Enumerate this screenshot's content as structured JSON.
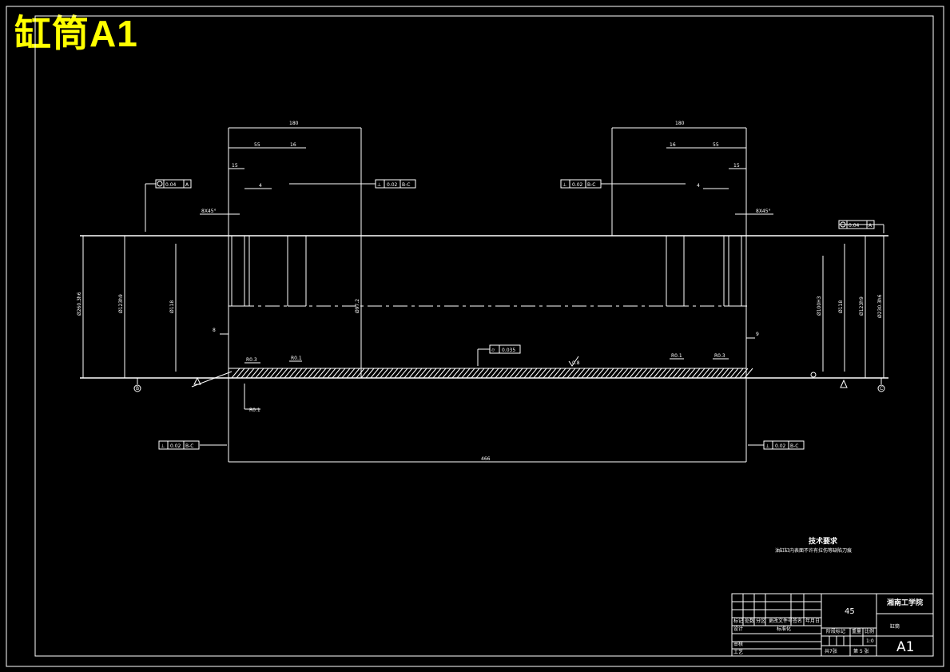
{
  "banner": {
    "title": "缸筒A1"
  },
  "dimensions": {
    "left_total": "180",
    "right_total": "180",
    "left_55": "55",
    "right_55": "55",
    "left_16": "16",
    "right_16": "16",
    "left_15": "15",
    "right_15": "15",
    "left_4": "4",
    "right_4": "4",
    "chamfer_left": "8X45°",
    "chamfer_right": "8X45°",
    "left_8": "8",
    "right_9": "9",
    "overall": "466",
    "dia_left_outer": "Ø260.3h6",
    "dia_left_mid": "Ø123h9",
    "dia_left_inner": "Ø118",
    "dia_center": "Ø97.2",
    "dia_right_inner": "Ø100H3",
    "dia_right_mid": "Ø118",
    "dia_right_outer1": "Ø123h9",
    "dia_right_outer2": "Ø230.3h6"
  },
  "tolerances": {
    "runout_left": "0.04",
    "runout_left_ref": "A",
    "runout_right": "0.04",
    "runout_right_ref": "A",
    "perp_top_left": "0.02",
    "perp_top_left_ref": "B-C",
    "perp_top_right": "0.02",
    "perp_top_right_ref": "B-C",
    "cyl": "0.035",
    "perp_bot_left": "0.02",
    "perp_bot_left_ref": "B-C",
    "perp_bot_right": "0.02",
    "perp_bot_right_ref": "B-C"
  },
  "radii": {
    "r03_left": "R0.3",
    "r01_left": "R0.1",
    "r01_center_left": "R0.1",
    "r01_right": "R0.1",
    "r03_right": "R0.3",
    "roughness": "0.8"
  },
  "datums": {
    "b": "B",
    "c": "C"
  },
  "notes": {
    "heading": "技术要求",
    "line1": "油缸缸内表面不许有拉伤等缺陷刀痕"
  },
  "title_block": {
    "material": "45",
    "school": "湘南工学院",
    "part_name": "缸筒",
    "sheet_size": "A1",
    "scale": "1:0",
    "total_sheets": "共7张",
    "sheet_no": "第 5 张",
    "labels": [
      "标记",
      "处数",
      "分区",
      "更改文件号",
      "签名",
      "年月日",
      "设计",
      "标准化",
      "审核",
      "工艺",
      "阶段标记",
      "重量",
      "比例"
    ]
  }
}
